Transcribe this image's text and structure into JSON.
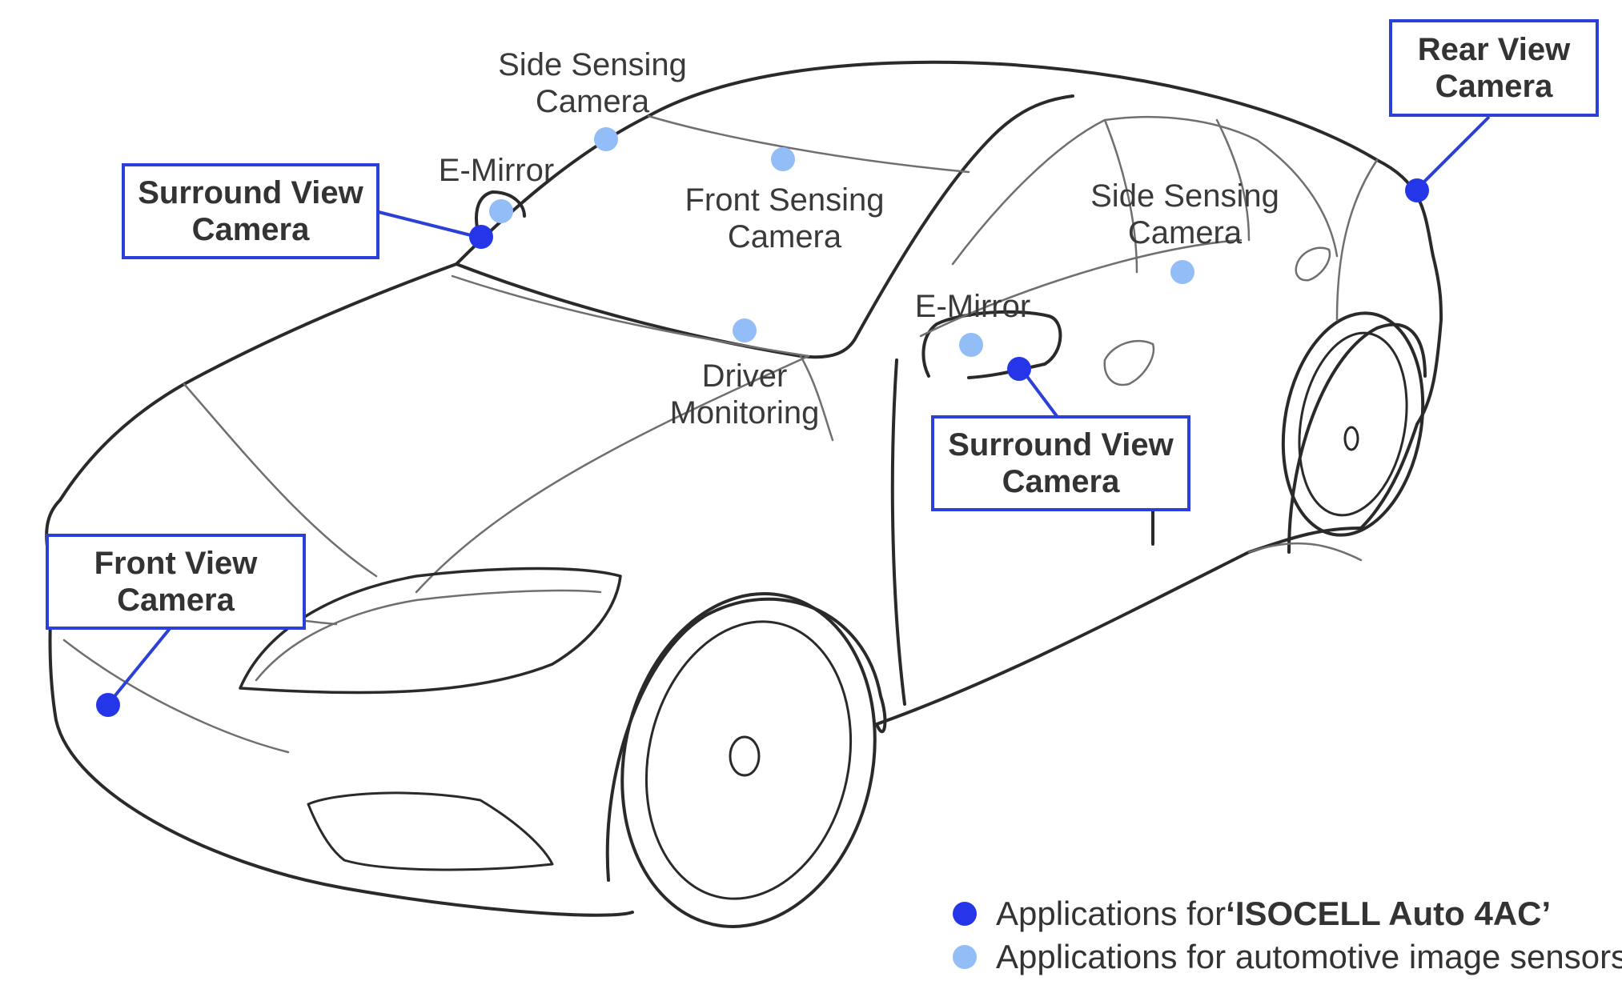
{
  "labels": {
    "side_sensing_left": [
      "Side Sensing",
      "Camera"
    ],
    "e_mirror_left": "E-Mirror",
    "front_sensing": [
      "Front Sensing",
      "Camera"
    ],
    "side_sensing_right": [
      "Side Sensing",
      "Camera"
    ],
    "e_mirror_right": "E-Mirror",
    "driver_monitoring": [
      "Driver",
      "Monitoring"
    ]
  },
  "boxes": {
    "surround_left": [
      "Surround View",
      "Camera"
    ],
    "front_view": [
      "Front View",
      "Camera"
    ],
    "surround_right": [
      "Surround View",
      "Camera"
    ],
    "rear_view": [
      "Rear View",
      "Camera"
    ]
  },
  "legend": {
    "dark_prefix": "Applications for ",
    "dark_product": "‘ISOCELL Auto 4AC’",
    "light_text": "Applications for automotive image sensors"
  },
  "colors": {
    "dark_dot": "#2436e8",
    "light_dot": "#93bdf7",
    "box_border": "#2b3fd9"
  }
}
